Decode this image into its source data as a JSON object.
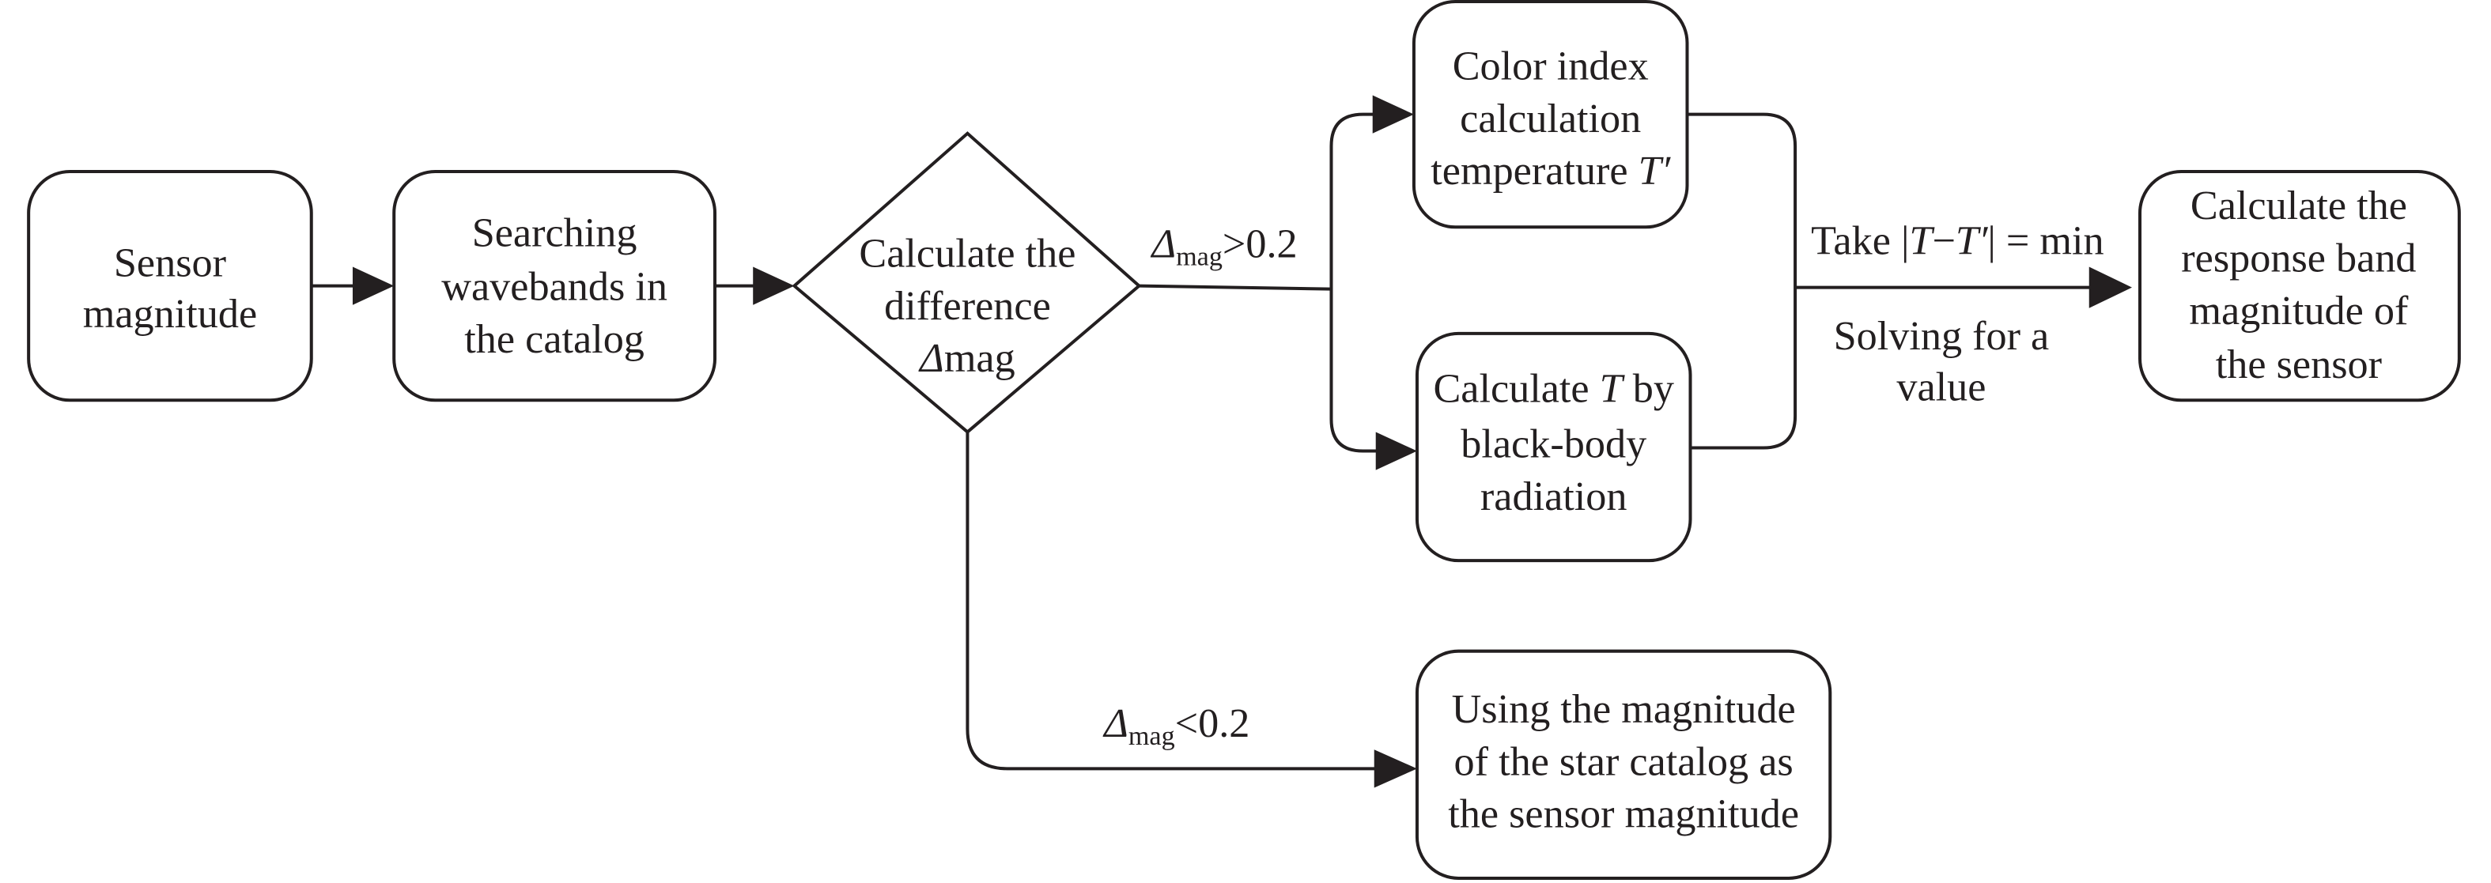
{
  "nodes": {
    "sensor_magnitude": {
      "lines": [
        "Sensor",
        "magnitude"
      ]
    },
    "search_wavebands": {
      "lines": [
        "Searching",
        "wavebands in",
        "the catalog"
      ]
    },
    "difference": {
      "lines": [
        "Calculate the",
        "difference"
      ],
      "delta": "Δ",
      "mag": "mag"
    },
    "color_index": {
      "lines": [
        "Color index",
        "calculation",
        "temperature "
      ],
      "var": "T′"
    },
    "black_body": {
      "pre": "Calculate ",
      "var": "T",
      "post": " by",
      "lines": [
        "black-body",
        "radiation"
      ]
    },
    "response_band": {
      "lines": [
        "Calculate the",
        "response band",
        "magnitude of",
        "the sensor"
      ]
    },
    "catalog_magnitude": {
      "lines": [
        "Using the magnitude",
        "of the star catalog as",
        "the sensor magnitude"
      ]
    }
  },
  "edges": {
    "greater": {
      "delta": "Δ",
      "sub": "mag",
      "rest": ">0.2"
    },
    "less": {
      "delta": "Δ",
      "sub": "mag",
      "rest": "<0.2"
    },
    "take": {
      "pre": "Take |",
      "t": "T",
      "minus": "−",
      "tp": "T′",
      "post": "| = min"
    },
    "solving": {
      "lines": [
        "Solving for a",
        "value"
      ]
    }
  }
}
